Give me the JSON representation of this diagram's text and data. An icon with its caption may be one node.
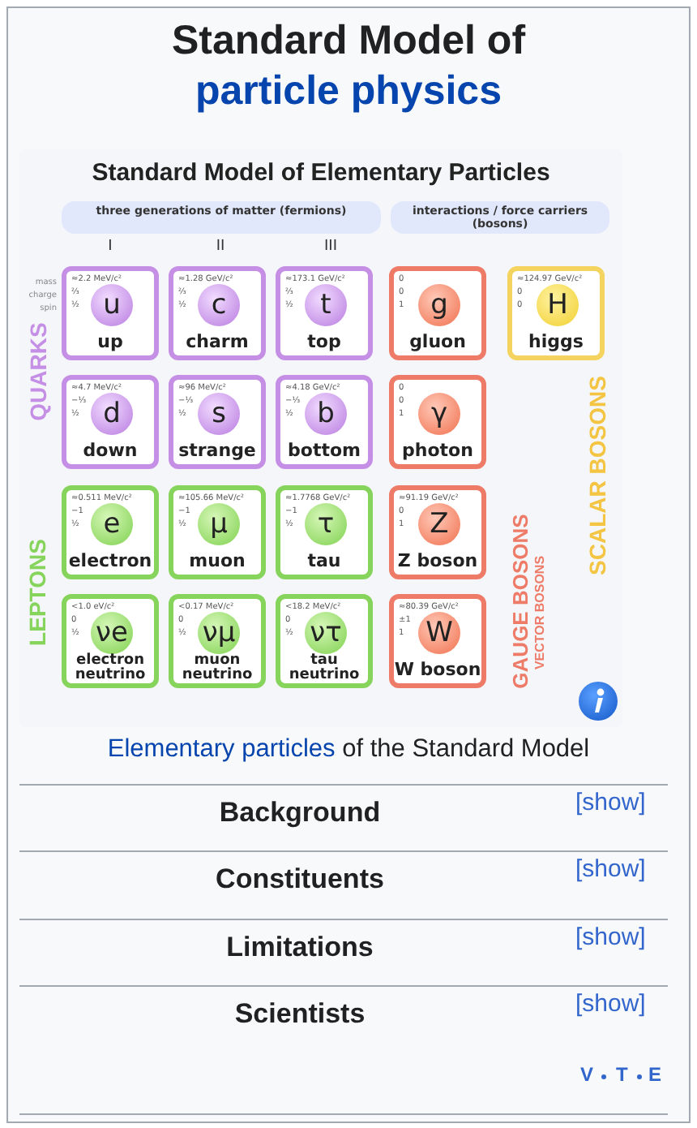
{
  "diagram": {
    "title": "Standard Model of particle physics",
    "caption": "Elementary particles of the Standard Model",
    "nodes": [
      {
        "text": [
          "three generations of matter (fermions)"
        ]
      },
      {
        "text": [
          "interactions / force carriers (bosons)"
        ]
      },
      {
        "text": [
          "≈2.2 MeV/c²",
          "⅔",
          "½",
          "u",
          "up"
        ]
      },
      {
        "text": [
          "≈1.28 GeV/c²",
          "⅔",
          "½",
          "c",
          "charm"
        ]
      },
      {
        "text": [
          "≈173.1 GeV/c²",
          "⅔",
          "½",
          "t",
          "top"
        ]
      },
      {
        "text": [
          "0",
          "0",
          "1",
          "g",
          "gluon"
        ]
      },
      {
        "text": [
          "≈124.97 GeV/c²",
          "0",
          "0",
          "H",
          "higgs"
        ]
      },
      {
        "text": [
          "≈4.7 MeV/c²",
          "−⅓",
          "½",
          "d",
          "down"
        ]
      },
      {
        "text": [
          "≈96 MeV/c²",
          "−⅓",
          "½",
          "s",
          "strange"
        ]
      },
      {
        "text": [
          "≈4.18 GeV/c²",
          "−⅓",
          "½",
          "b",
          "bottom"
        ]
      },
      {
        "text": [
          "0",
          "0",
          "1",
          "γ",
          "photon"
        ]
      },
      {
        "text": [
          "≈0.511 MeV/c²",
          "−1",
          "½",
          "e",
          "electron"
        ]
      },
      {
        "text": [
          "≈105.66 MeV/c²",
          "−1",
          "½",
          "μ",
          "muon"
        ]
      },
      {
        "text": [
          "≈1.7768 GeV/c²",
          "−1",
          "½",
          "τ",
          "tau"
        ]
      },
      {
        "text": [
          "≈91.19 GeV/c²",
          "0",
          "1",
          "Z",
          "Z boson"
        ]
      },
      {
        "text": [
          "<1.0 eV/c²",
          "0",
          "½",
          "νe",
          "electron neutrino"
        ]
      },
      {
        "text": [
          "<0.17 MeV/c²",
          "0",
          "½",
          "νμ",
          "muon neutrino"
        ]
      },
      {
        "text": [
          "<18.2 MeV/c²",
          "0",
          "½",
          "ντ",
          "tau neutrino"
        ]
      },
      {
        "text": [
          "≈80.39 GeV/c²",
          "±1",
          "1",
          "W",
          "W boson"
        ]
      }
    ],
    "labels": [
      "Standard Model of Elementary Particles",
      "I",
      "II",
      "III",
      "mass",
      "charge",
      "spin",
      "QUARKS",
      "LEPTONS",
      "GAUGE BOSONS",
      "VECTOR BOSONS",
      "SCALAR BOSONS",
      "Background",
      "[show]",
      "Constituents",
      "[show]",
      "Limitations",
      "[show]",
      "Scientists",
      "[show]",
      "V",
      "T",
      "E"
    ]
  }
}
